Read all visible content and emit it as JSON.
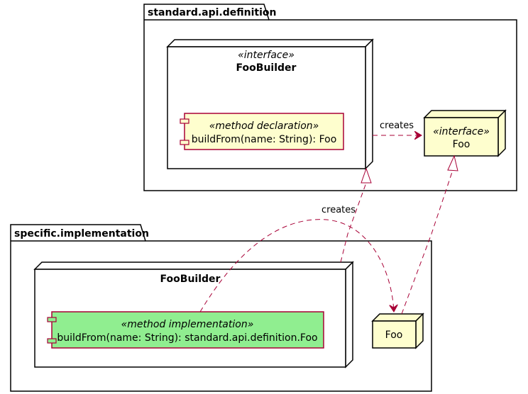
{
  "packages": {
    "api": {
      "label": "standard.api.definition"
    },
    "impl": {
      "label": "specific.implementation"
    }
  },
  "api_foobuilder": {
    "stereotype": "«interface»",
    "title": "FooBuilder"
  },
  "api_method": {
    "stereotype": "«method declaration»",
    "text": "buildFrom(name: String): Foo"
  },
  "api_foo": {
    "stereotype": "«interface»",
    "title": "Foo"
  },
  "impl_foobuilder": {
    "title": "FooBuilder"
  },
  "impl_method": {
    "stereotype": "«method implementation»",
    "text": "buildFrom(name: String): standard.api.definition.Foo"
  },
  "impl_foo": {
    "title": "Foo"
  },
  "edges": {
    "api_creates": "creates",
    "impl_creates": "creates"
  },
  "colors": {
    "edge": "#A80036",
    "node_fill": "#FEFECE",
    "impl_component_fill": "#90EE90",
    "component_fill": "#FEFECE"
  }
}
